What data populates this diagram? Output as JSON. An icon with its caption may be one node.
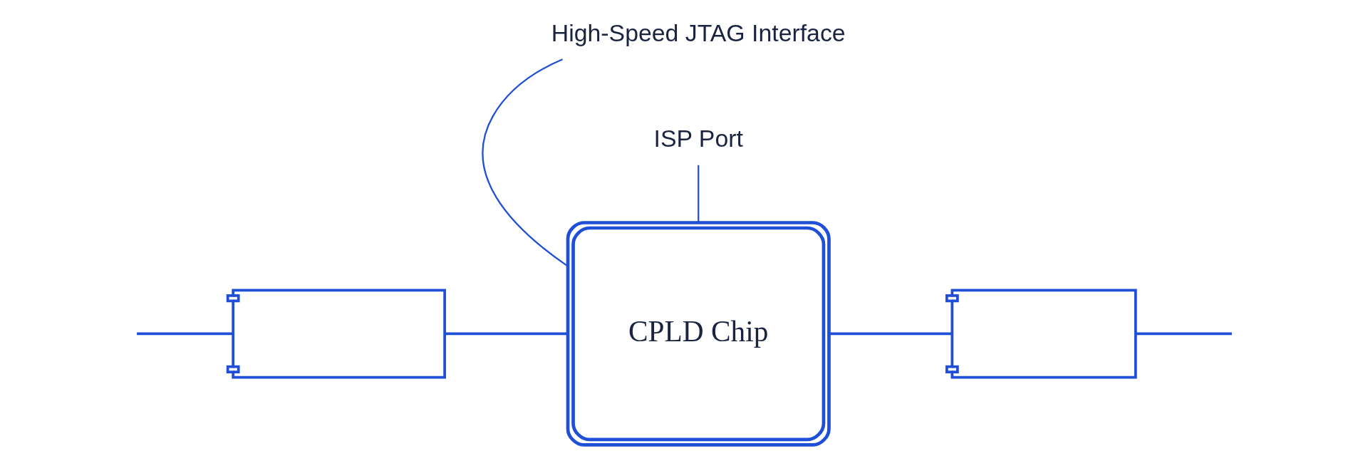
{
  "diagram": {
    "nodes": [
      {
        "text": [],
        "shape": "picture"
      },
      {
        "text": [
          "CPLD Chip"
        ]
      },
      {
        "text": [],
        "shape": "picture"
      },
      {
        "text": [
          "High-Speed JTAG Interface"
        ]
      },
      {
        "text": [
          "ISP Port"
        ]
      }
    ],
    "edges": [
      {
        "from": null,
        "to": 0,
        "arrow": "none"
      },
      {
        "from": 0,
        "to": 1,
        "arrow": "none"
      },
      {
        "from": 1,
        "to": 2,
        "arrow": "none"
      },
      {
        "from": 2,
        "to": null,
        "arrow": "none"
      },
      {
        "from": 3,
        "to": 1,
        "arrow": "none"
      },
      {
        "from": 4,
        "to": 1,
        "arrow": "none"
      }
    ]
  }
}
